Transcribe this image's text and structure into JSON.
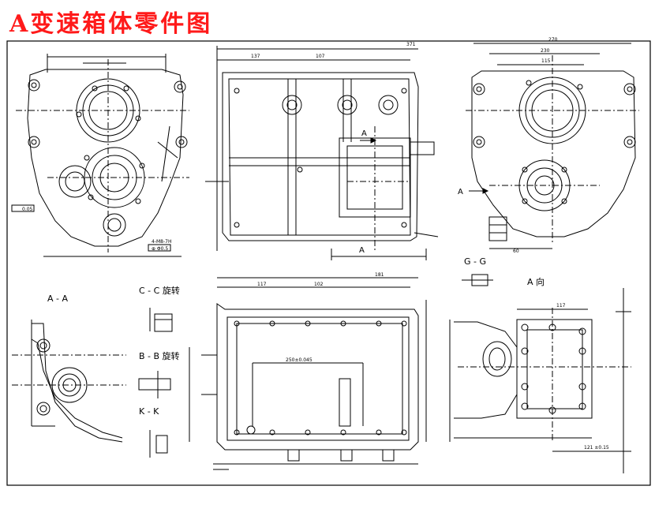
{
  "title": "A变速箱体零件图",
  "section_labels": {
    "aa": "A - A",
    "cc": "C - C 旋转",
    "bb": "B - B 旋转",
    "kk": "K - K",
    "gg": "G - G",
    "a_view": "A 向"
  },
  "view_markers": {
    "a_top": "A",
    "a_bottom": "A",
    "a_arrow": "A"
  },
  "dimensions": {
    "top_total": "371",
    "top_left": "137",
    "top_mid": "107",
    "right_total": "270",
    "right_inner": "230",
    "right_small": "115",
    "bottom_total": "117",
    "bottom_mid": "102",
    "bottom_right": "181",
    "bore_tol": "250±0.045",
    "hole_label": "4-M8-7H",
    "pos_tol": "⊕ Φ0.5",
    "flat_tol": "0.05",
    "right_bottom": "60",
    "aview_w": "117",
    "aview_bottom": "121 ±0.15"
  }
}
